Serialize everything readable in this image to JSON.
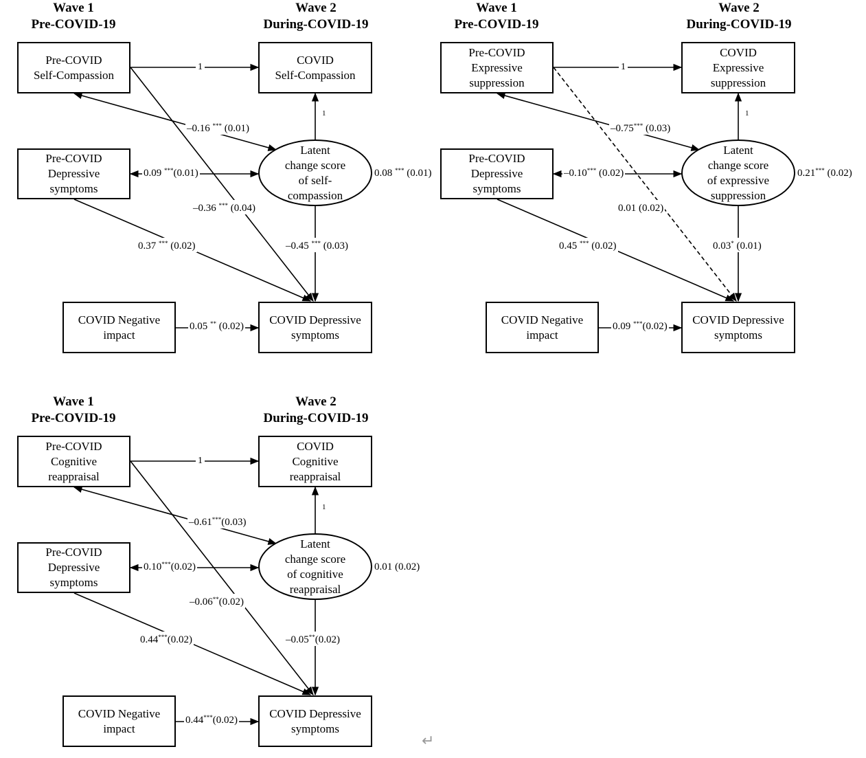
{
  "panels": [
    {
      "wave1": {
        "line1": "Wave 1",
        "line2": "Pre-COVID-19"
      },
      "wave2": {
        "line1": "Wave 2",
        "line2": "During-COVID-19"
      },
      "pre_box": [
        "Pre-COVID",
        "Self-Compassion"
      ],
      "covid_box": [
        "COVID",
        "Self-Compassion"
      ],
      "dep_box": [
        "Pre-COVID",
        "Depressive",
        "symptoms"
      ],
      "neg_box": [
        "COVID Negative",
        "impact"
      ],
      "out_box": [
        "COVID Depressive",
        "symptoms"
      ],
      "latent": [
        "Latent",
        "change score",
        "of self-",
        "compassion"
      ],
      "paths": {
        "pre_to_covid": "1",
        "latent_to_covid": "1",
        "pre_latent": {
          "coef": "–0.16",
          "sig": "***",
          "se": "(0.01)"
        },
        "dep_latent": {
          "coef": "0.09",
          "sig": "***",
          "se": "(0.01)"
        },
        "latent_var": {
          "coef": "0.08",
          "sig": "***",
          "se": "(0.01)"
        },
        "pre_out": {
          "coef": "–0.36",
          "sig": "***",
          "se": "(0.04)"
        },
        "dep_out": {
          "coef": "0.37",
          "sig": "***",
          "se": "(0.02)"
        },
        "latent_out": {
          "coef": "–0.45",
          "sig": "***",
          "se": "(0.03)"
        },
        "neg_out": {
          "coef": "0.05",
          "sig": "**",
          "se": "(0.02)"
        }
      }
    },
    {
      "wave1": {
        "line1": "Wave 1",
        "line2": "Pre-COVID-19"
      },
      "wave2": {
        "line1": "Wave 2",
        "line2": "During-COVID-19"
      },
      "pre_box": [
        "Pre-COVID",
        "Expressive",
        "suppression"
      ],
      "covid_box": [
        "COVID",
        "Expressive",
        "suppression"
      ],
      "dep_box": [
        "Pre-COVID",
        "Depressive",
        "symptoms"
      ],
      "neg_box": [
        "COVID Negative",
        "impact"
      ],
      "out_box": [
        "COVID Depressive",
        "symptoms"
      ],
      "latent": [
        "Latent",
        "change score",
        "of expressive",
        "suppression"
      ],
      "paths": {
        "pre_to_covid": "1",
        "latent_to_covid": "1",
        "pre_latent": {
          "coef": "–0.75",
          "sig": "***",
          "se": "(0.03)"
        },
        "dep_latent": {
          "coef": "–0.10",
          "sig": "***",
          "se": "(0.02)"
        },
        "latent_var": {
          "coef": "0.21",
          "sig": "***",
          "se": "(0.02)"
        },
        "pre_out": {
          "coef": "0.01",
          "sig": "",
          "se": "(0.02)"
        },
        "dep_out": {
          "coef": "0.45",
          "sig": "***",
          "se": "(0.02)"
        },
        "latent_out": {
          "coef": "0.03",
          "sig": "*",
          "se": "(0.01)"
        },
        "neg_out": {
          "coef": "0.09",
          "sig": "***",
          "se": "(0.02)"
        }
      }
    },
    {
      "wave1": {
        "line1": "Wave 1",
        "line2": "Pre-COVID-19"
      },
      "wave2": {
        "line1": "Wave 2",
        "line2": "During-COVID-19"
      },
      "pre_box": [
        "Pre-COVID",
        "Cognitive",
        "reappraisal"
      ],
      "covid_box": [
        "COVID",
        "Cognitive",
        "reappraisal"
      ],
      "dep_box": [
        "Pre-COVID",
        "Depressive",
        "symptoms"
      ],
      "neg_box": [
        "COVID Negative",
        "impact"
      ],
      "out_box": [
        "COVID Depressive",
        "symptoms"
      ],
      "latent": [
        "Latent",
        "change score",
        "of cognitive",
        "reappraisal"
      ],
      "paths": {
        "pre_to_covid": "1",
        "latent_to_covid": "1",
        "pre_latent": {
          "coef": "–0.61",
          "sig": "***",
          "se": "(0.03)"
        },
        "dep_latent": {
          "coef": "0.10",
          "sig": "***",
          "se": "(0.02)"
        },
        "latent_var": {
          "coef": "0.01",
          "sig": "",
          "se": "(0.02)"
        },
        "pre_out": {
          "coef": "–0.06",
          "sig": "**",
          "se": "(0.02)"
        },
        "dep_out": {
          "coef": "0.44",
          "sig": "***",
          "se": "(0.02)"
        },
        "latent_out": {
          "coef": "–0.05",
          "sig": "**",
          "se": "(0.02)"
        },
        "neg_out": {
          "coef": "0.44",
          "sig": "***",
          "se": "(0.02)"
        }
      }
    }
  ],
  "return_glyph": "↵"
}
